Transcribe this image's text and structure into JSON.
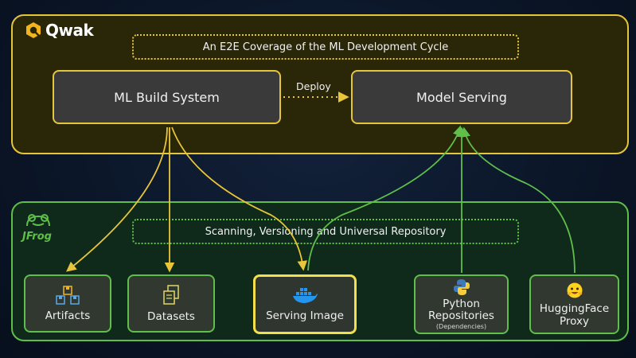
{
  "qwak": {
    "logo_text": "Qwak",
    "coverage_label": "An E2E Coverage of the ML Development Cycle",
    "build_system": "ML Build System",
    "model_serving": "Model Serving",
    "deploy_label": "Deploy"
  },
  "jfrog": {
    "logo_text": "JFrog",
    "repository_label": "Scanning, Versioning and Universal Repository",
    "artifacts": "Artifacts",
    "datasets": "Datasets",
    "serving_image": "Serving Image",
    "python_line1": "Python",
    "python_line2": "Repositories",
    "python_sub": "(Dependencies)",
    "hf_line1": "HuggingFace",
    "hf_line2": "Proxy"
  },
  "colors": {
    "qwak_accent": "#e5c53a",
    "jfrog_accent": "#5fbf4a",
    "highlight": "#f2e04a"
  }
}
